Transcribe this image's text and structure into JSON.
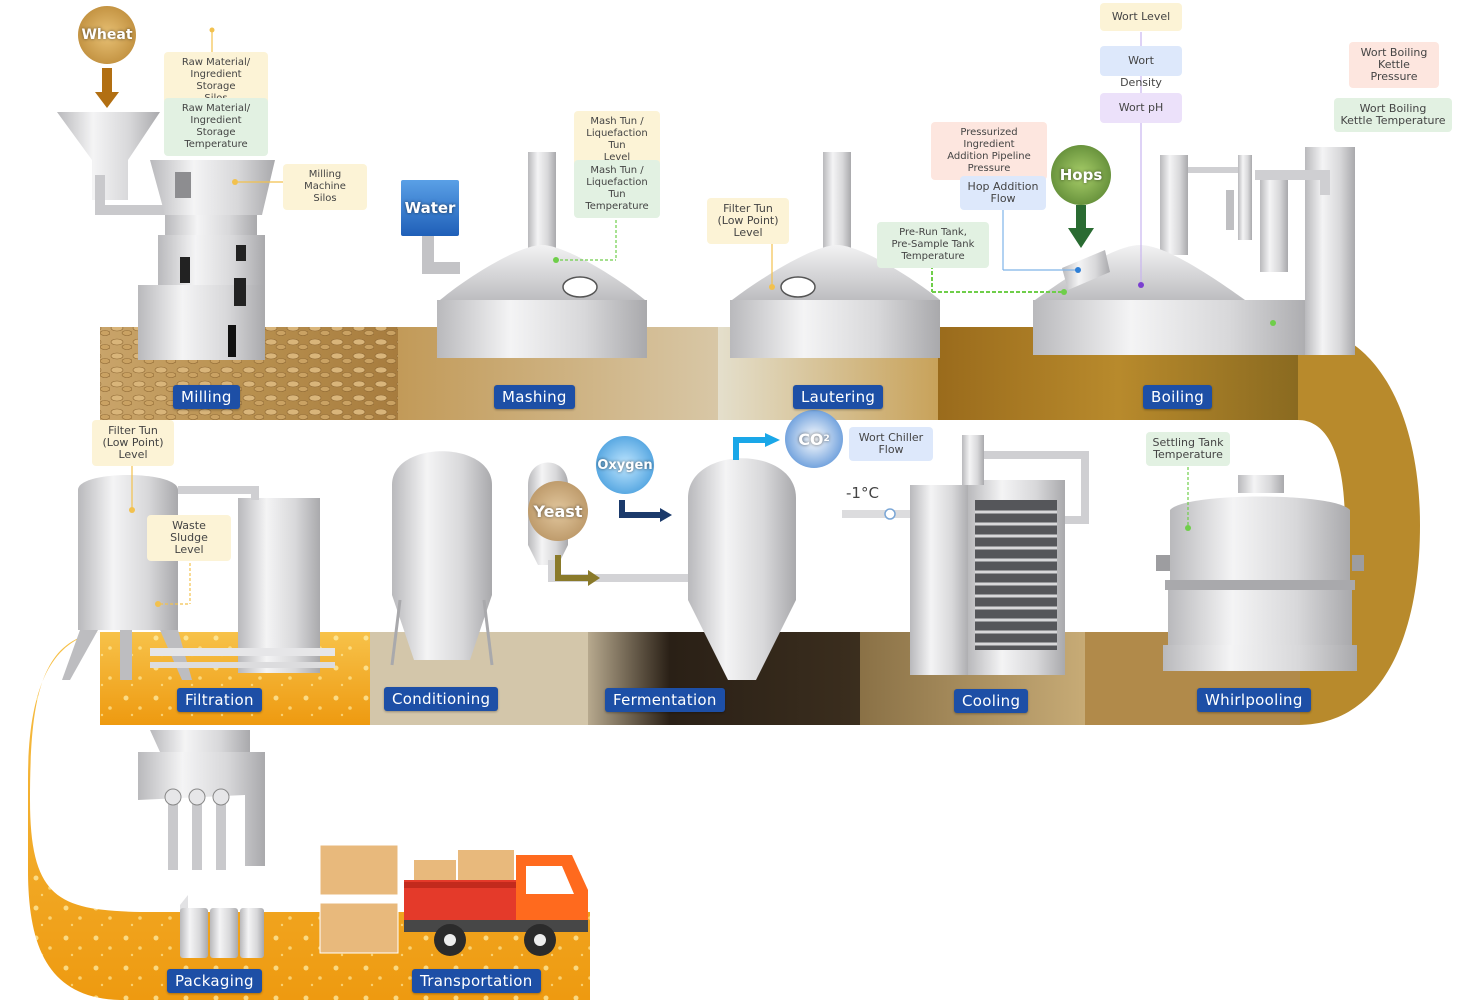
{
  "stages": {
    "milling": "Milling",
    "mashing": "Mashing",
    "lautering": "Lautering",
    "boiling": "Boiling",
    "filtration": "Filtration",
    "conditioning": "Conditioning",
    "fermentation": "Fermentation",
    "cooling": "Cooling",
    "whirlpooling": "Whirlpooling",
    "packaging": "Packaging",
    "transportation": "Transportation"
  },
  "ingredients": {
    "wheat": "Wheat",
    "water": "Water",
    "hops": "Hops",
    "yeast": "Yeast",
    "oxygen": "Oxygen",
    "co2": "CO"
  },
  "labels": {
    "raw_silos": "Raw Material/\nIngredient Storage\nSilos",
    "raw_temp": "Raw Material/\nIngredient Storage\nTemperature",
    "milling_silos": "Milling Machine\nSilos",
    "mash_level": "Mash Tun /\nLiquefaction Tun\nLevel",
    "mash_temp": "Mash Tun /\nLiquefaction Tun\nTemperature",
    "filter_tun_lauter": "Filter Tun\n(Low Point)\nLevel",
    "prerun_temp": "Pre-Run Tank,\nPre-Sample Tank\nTemperature",
    "pressurized": "Pressurized Ingredient\nAddition Pipeline\nPressure",
    "hop_flow": "Hop Addition\nFlow",
    "wort_level": "Wort Level",
    "wort_density": "Wort Density",
    "wort_ph": "Wort pH",
    "kettle_pressure": "Wort Boiling\nKettle Pressure",
    "kettle_temp": "Wort Boiling\nKettle Temperature",
    "filter_tun_filtration": "Filter Tun\n(Low Point)\nLevel",
    "waste_sludge": "Waste Sludge\nLevel",
    "wort_chiller": "Wort Chiller\nFlow",
    "settling_temp": "Settling Tank\nTemperature",
    "chiller_temp": "-1°C"
  },
  "colors": {
    "stage_label": "#1d4fa6",
    "tag_yellow": "#fcf3d6",
    "tag_green": "#e2f1e2",
    "tag_blue": "#dde8fb",
    "tag_purple": "#ece1fa",
    "tag_orange": "#fde6df",
    "beer": "#f3a81c",
    "steel": "#d6d6d8"
  }
}
